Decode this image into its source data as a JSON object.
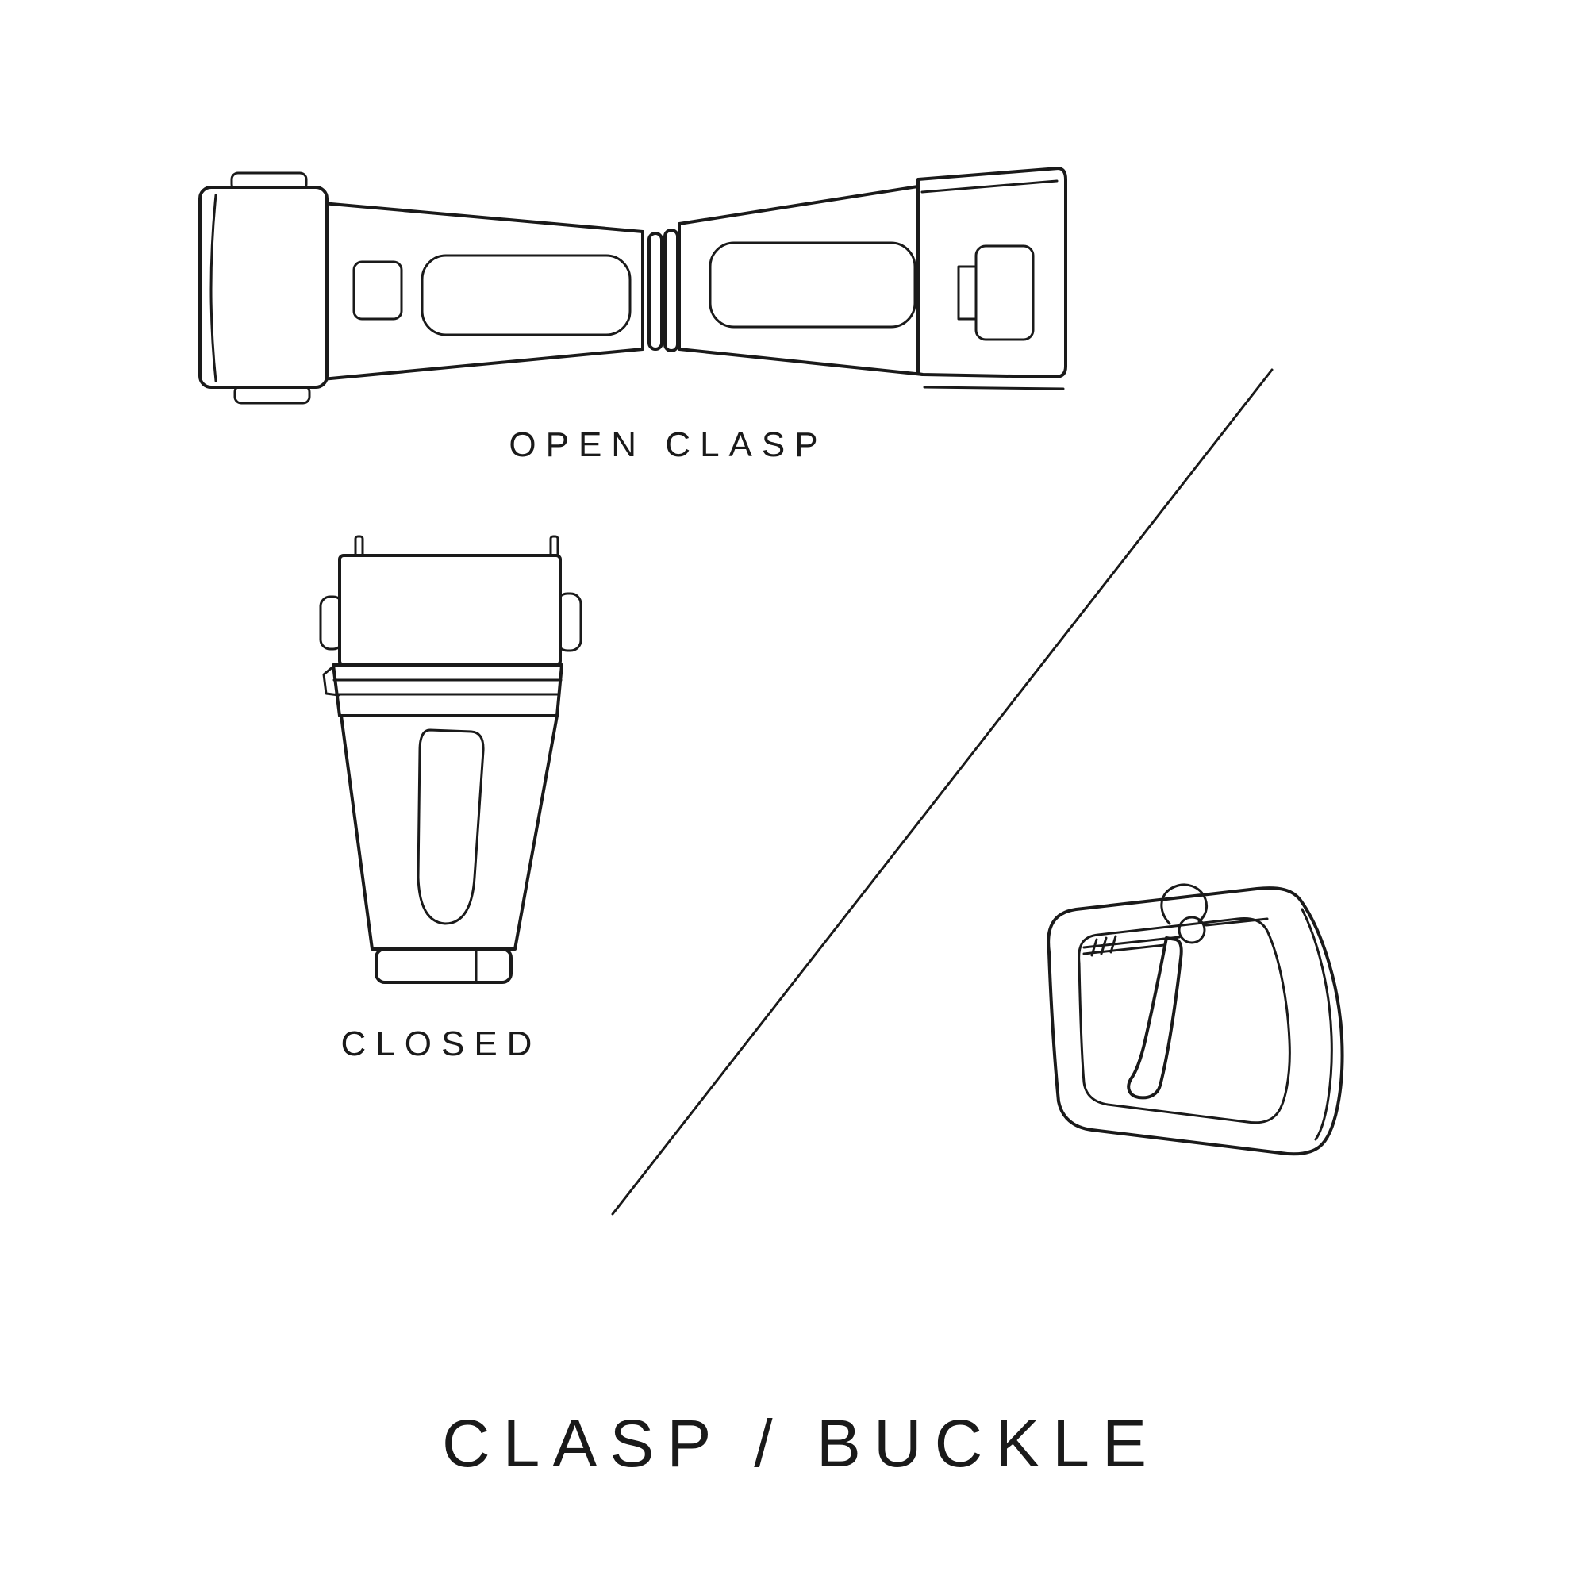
{
  "page": {
    "background": "#ffffff",
    "line_color": "#1a1a1a",
    "text_color": "#1a1a1a"
  },
  "title": {
    "text": "CLASP / BUCKLE"
  },
  "figures": [
    {
      "name": "open-clasp",
      "caption": "OPEN CLASP"
    },
    {
      "name": "closed-clasp",
      "caption": "CLOSED"
    },
    {
      "name": "tang-buckle",
      "caption": ""
    }
  ],
  "divider": {
    "type": "diagonal-line"
  }
}
